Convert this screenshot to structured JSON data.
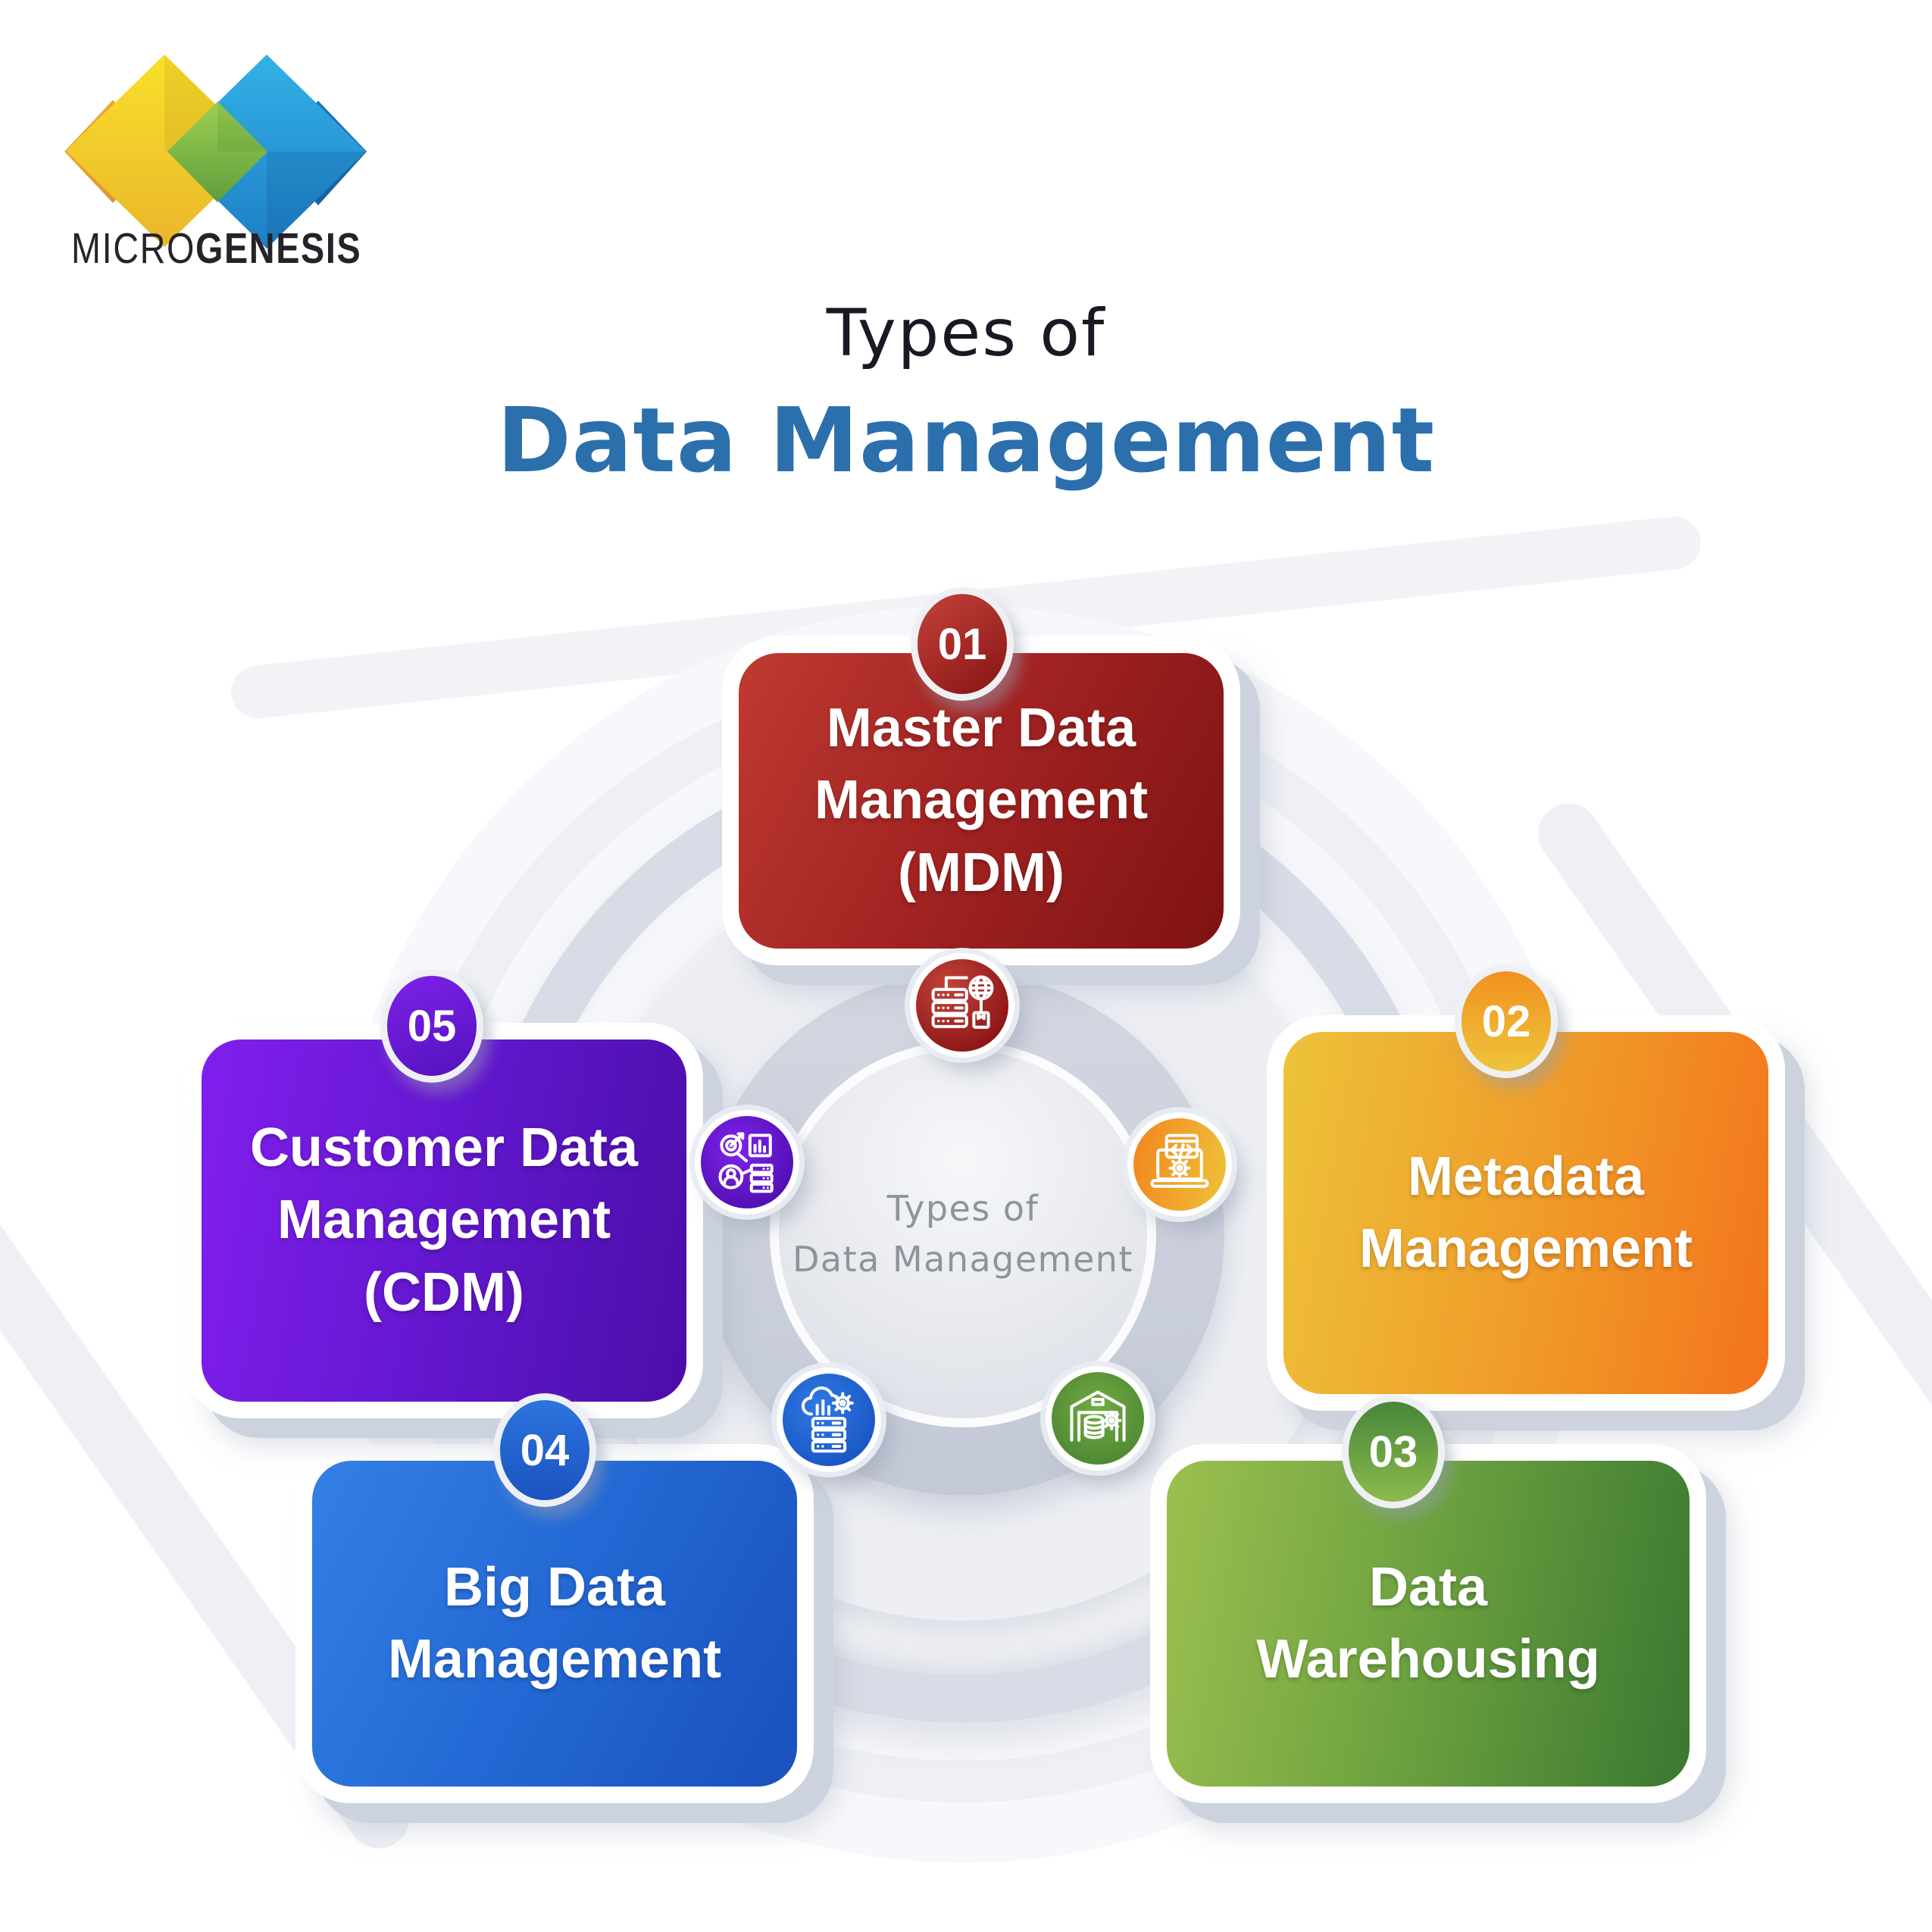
{
  "brand": {
    "wordmark_light": "MICRO",
    "wordmark_bold": "GENESIS",
    "logo_colors": {
      "yellow": "#f2cf27",
      "orange": "#e9a43b",
      "green": "#7fb848",
      "light_blue": "#2fa8e0",
      "dark_blue": "#1d72b8"
    }
  },
  "header": {
    "title_line1": "Types of",
    "title_line2": "Data Management",
    "accent_color": "#2b6fad"
  },
  "hub": {
    "label_line1": "Types of",
    "label_line2": "Data Management"
  },
  "cards": [
    {
      "number": "01",
      "line1": "Master Data",
      "line2": "Management",
      "line3": "(MDM)",
      "accent": "#a02423",
      "icon": "server-globe-package-icon"
    },
    {
      "number": "02",
      "line1": "Metadata",
      "line2": "Management",
      "line3": "",
      "accent": "#f3731c",
      "icon": "laptop-code-gear-icon"
    },
    {
      "number": "03",
      "line1": "Data",
      "line2": "Warehousing",
      "line3": "",
      "accent": "#3a7831",
      "icon": "warehouse-database-gear-icon"
    },
    {
      "number": "04",
      "line1": "Big Data",
      "line2": "Management",
      "line3": "",
      "accent": "#1d5fc9",
      "icon": "cloud-chart-server-icon"
    },
    {
      "number": "05",
      "line1": "Customer Data",
      "line2": "Management",
      "line3": "(CDM)",
      "accent": "#5a13c0",
      "icon": "target-person-chart-server-icon"
    }
  ]
}
